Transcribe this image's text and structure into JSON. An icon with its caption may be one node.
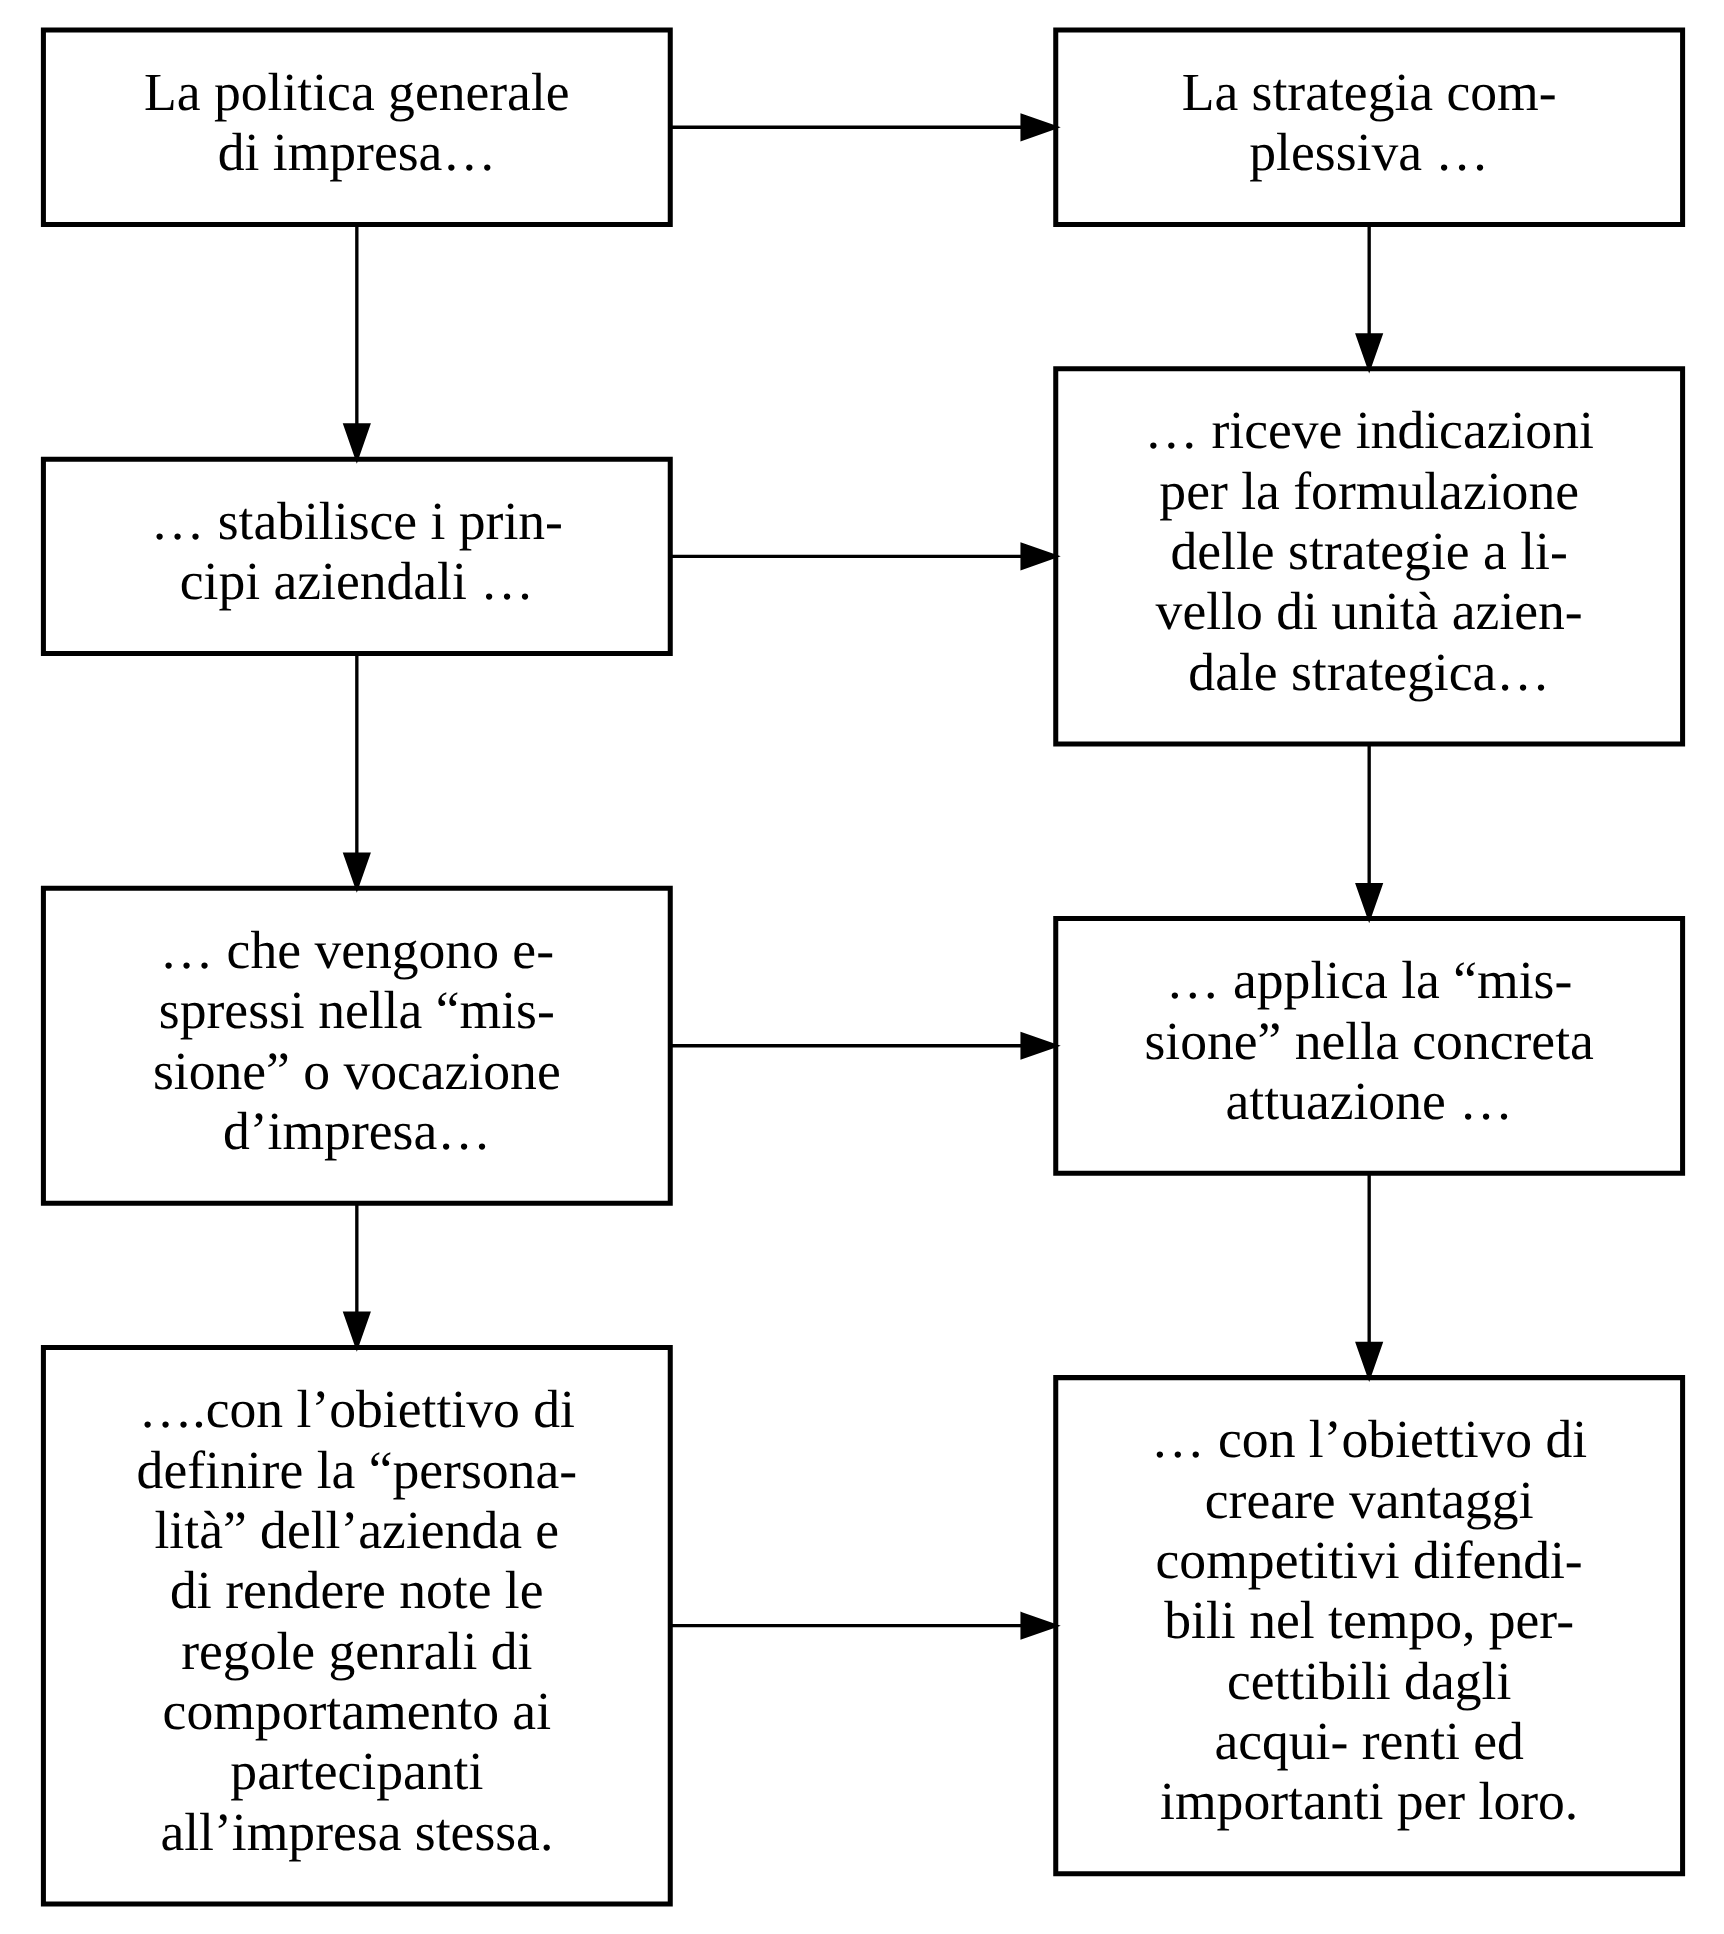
{
  "diagram": {
    "nodes": [
      {
        "text": [
          "La politica generale di impresa…"
        ]
      },
      {
        "text": [
          "… stabilisce i prin- cipi aziendali …"
        ]
      },
      {
        "text": [
          "… che vengono e- spressi nella “mis- sione” o vocazione d’impresa…"
        ]
      },
      {
        "text": [
          "….con l’obiettivo di definire la “persona- lità” dell’azienda e di rendere note le regole genrali di comportamento ai partecipanti all’impresa stessa."
        ]
      },
      {
        "text": [
          "La strategia com- plessiva …"
        ]
      },
      {
        "text": [
          "… riceve indicazioni per la formulazione delle strategie a li- vello di unità azien- dale strategica…"
        ]
      },
      {
        "text": [
          "… applica la “mis- sione” nella concreta attuazione …"
        ]
      },
      {
        "text": [
          "… con l’obiettivo di creare vantaggi competitivi difendi- bili nel tempo, per- cettibili dagli acqui- renti ed importanti per loro."
        ]
      }
    ],
    "edges": [
      {
        "from": 0,
        "to": 1,
        "arrow": "to"
      },
      {
        "from": 1,
        "to": 2,
        "arrow": "to"
      },
      {
        "from": 2,
        "to": 3,
        "arrow": "to"
      },
      {
        "from": 4,
        "to": 5,
        "arrow": "to"
      },
      {
        "from": 5,
        "to": 6,
        "arrow": "to"
      },
      {
        "from": 6,
        "to": 7,
        "arrow": "to"
      },
      {
        "from": 0,
        "to": 4,
        "arrow": "to"
      },
      {
        "from": 1,
        "to": 5,
        "arrow": "to"
      },
      {
        "from": 2,
        "to": 6,
        "arrow": "to"
      },
      {
        "from": 3,
        "to": 7,
        "arrow": "to"
      }
    ]
  }
}
